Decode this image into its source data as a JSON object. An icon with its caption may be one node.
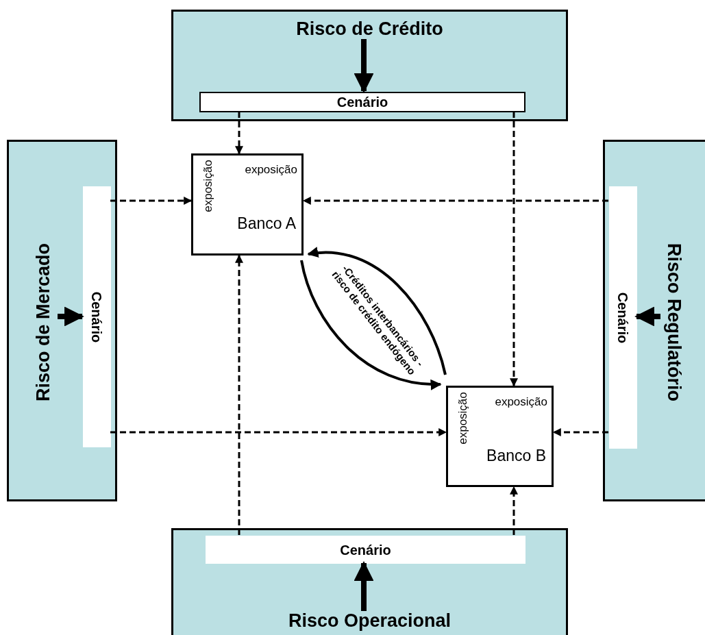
{
  "diagram": {
    "nodes": [
      {
        "text": [
          "Risco de Crédito"
        ]
      },
      {
        "text": [
          "Cenário"
        ],
        "in": 0
      },
      {
        "text": [
          "Risco de Mercado"
        ]
      },
      {
        "text": [
          "Cenário"
        ],
        "in": 2
      },
      {
        "text": [
          "Risco Regulatório"
        ]
      },
      {
        "text": [
          "Cenário"
        ],
        "in": 4
      },
      {
        "text": [
          "Risco Operacional"
        ]
      },
      {
        "text": [
          "Cenário"
        ],
        "in": 6
      },
      {
        "text": [
          "exposição",
          "exposição",
          "Banco A"
        ]
      },
      {
        "text": [
          "exposição",
          "exposição",
          "Banco B"
        ]
      }
    ],
    "edges": [
      {
        "from": null,
        "to": 1,
        "arrow": "to",
        "style": "thick"
      },
      {
        "from": null,
        "to": 3,
        "arrow": "to",
        "style": "thick"
      },
      {
        "from": null,
        "to": 5,
        "arrow": "to",
        "style": "thick"
      },
      {
        "from": null,
        "to": 7,
        "arrow": "to",
        "style": "thick"
      },
      {
        "from": 1,
        "to": 8,
        "arrow": "to",
        "style": "dashed"
      },
      {
        "from": 1,
        "to": 9,
        "arrow": "to",
        "style": "dashed"
      },
      {
        "from": 3,
        "to": 8,
        "arrow": "to",
        "style": "dashed"
      },
      {
        "from": 3,
        "to": 9,
        "arrow": "to",
        "style": "dashed"
      },
      {
        "from": 5,
        "to": 8,
        "arrow": "to",
        "style": "dashed"
      },
      {
        "from": 5,
        "to": 9,
        "arrow": "to",
        "style": "dashed"
      },
      {
        "from": 7,
        "to": 8,
        "arrow": "to",
        "style": "dashed"
      },
      {
        "from": 7,
        "to": 9,
        "arrow": "to",
        "style": "dashed"
      },
      {
        "from": 8,
        "to": 9,
        "arrow": "to",
        "label": "-Créditos interbancários - risco de crédito endógeno"
      },
      {
        "from": 9,
        "to": 8,
        "arrow": "to"
      }
    ]
  }
}
